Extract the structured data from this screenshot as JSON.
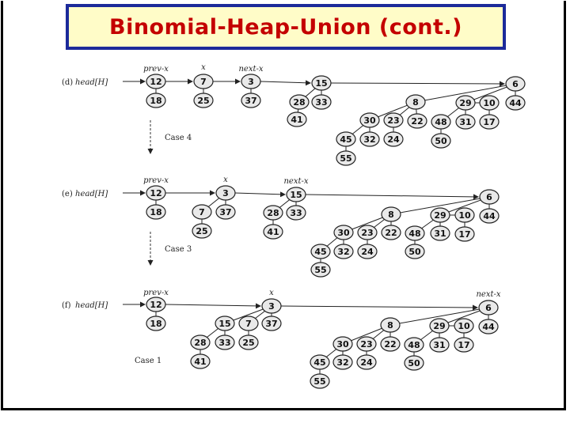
{
  "title": "Binomial-Heap-Union (cont.)",
  "colors": {
    "title_text": "#c40000",
    "title_bg": "#fffcc8",
    "title_border": "#1c2a9a"
  },
  "panels": [
    {
      "id": "d",
      "label": "(d)",
      "head": "head[H]",
      "pointers": {
        "prev": "prev-x",
        "x": "x",
        "next": "next-x"
      },
      "nodes": [
        "12",
        "18",
        "7",
        "25",
        "3",
        "37",
        "15",
        "28",
        "33",
        "41",
        "6",
        "44",
        "8",
        "29",
        "10",
        "17",
        "30",
        "23",
        "22",
        "48",
        "31",
        "45",
        "32",
        "24",
        "50",
        "55"
      ]
    },
    {
      "id": "e",
      "label": "(e)",
      "head": "head[H]",
      "pointers": {
        "prev": "prev-x",
        "x": "x",
        "next": "next-x"
      },
      "nodes": [
        "12",
        "18",
        "3",
        "7",
        "37",
        "25",
        "15",
        "28",
        "33",
        "41",
        "6",
        "44",
        "8",
        "29",
        "10",
        "17",
        "30",
        "23",
        "22",
        "48",
        "31",
        "45",
        "32",
        "24",
        "50",
        "55"
      ]
    },
    {
      "id": "f",
      "label": "(f)",
      "head": "head[H]",
      "pointers": {
        "prev": "prev-x",
        "x": "x",
        "next": "next-x"
      },
      "nodes": [
        "12",
        "18",
        "3",
        "15",
        "7",
        "37",
        "28",
        "33",
        "25",
        "41",
        "6",
        "44",
        "8",
        "29",
        "10",
        "17",
        "30",
        "23",
        "22",
        "48",
        "31",
        "45",
        "32",
        "24",
        "50",
        "55"
      ]
    }
  ],
  "cases": [
    "Case 4",
    "Case 3",
    "Case 1"
  ]
}
